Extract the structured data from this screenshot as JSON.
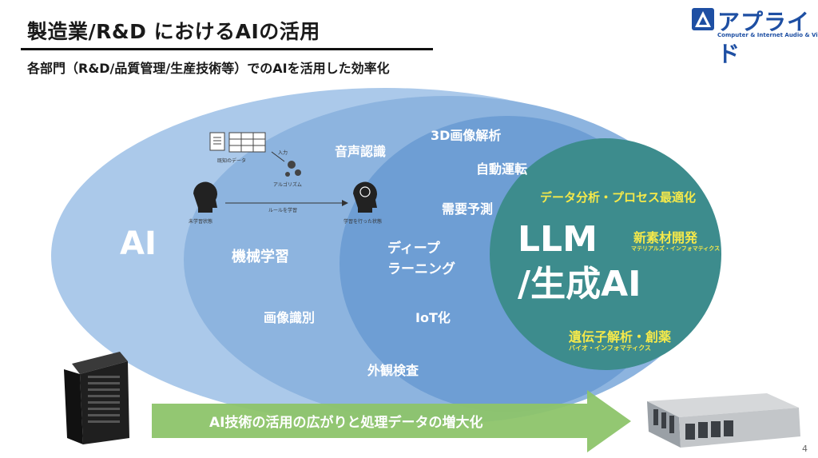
{
  "slide": {
    "title": "製造業/R&D におけるAIの活用",
    "subtitle": "各部門（R&D/品質管理/生産技術等）でのAIを活用した効率化",
    "page_number": "4"
  },
  "logo": {
    "brand": "アプライド",
    "tagline": "Computer & Internet  Audio & Visual"
  },
  "diagram": {
    "ai": "AI",
    "machine_learning": "機械学習",
    "deep_learning_line1": "ディープ",
    "deep_learning_line2": "ラーニング",
    "llm_line1": "LLM",
    "llm_line2": "/生成AI",
    "apps": {
      "image_recognition": "画像識別",
      "speech_recognition": "音声認識",
      "image_3d": "3D画像解析",
      "autonomous_driving": "自動運転",
      "demand_forecast": "需要予測",
      "iot": "IoT化",
      "visual_inspection": "外観検査",
      "data_analysis": "データ分析・プロセス最適化",
      "new_materials": "新素材開発",
      "new_materials_sub": "マテリアルズ・インフォマティクス",
      "genome": "遺伝子解析・創薬",
      "genome_sub": "バイオ・インフォマティクス"
    },
    "ml_illustration": {
      "known_data": "既知のデータ",
      "input": "入力",
      "algorithm": "アルゴリズム",
      "rule_learning": "ルールを学習",
      "untrained": "未学習状態",
      "trained": "学習を行った状態"
    },
    "arrow_text": "AI技術の活用の広がりと処理データの増大化"
  },
  "colors": {
    "outer_ellipse": "#a9c8ea",
    "ml_ellipse": "#8ab3df",
    "dl_ellipse": "#6d9dd3",
    "llm_circle": "#3c8d8e",
    "label_yellow": "#f5e94a",
    "arrow_green": "#8dc46a",
    "logo_blue": "#1e4fa3"
  }
}
